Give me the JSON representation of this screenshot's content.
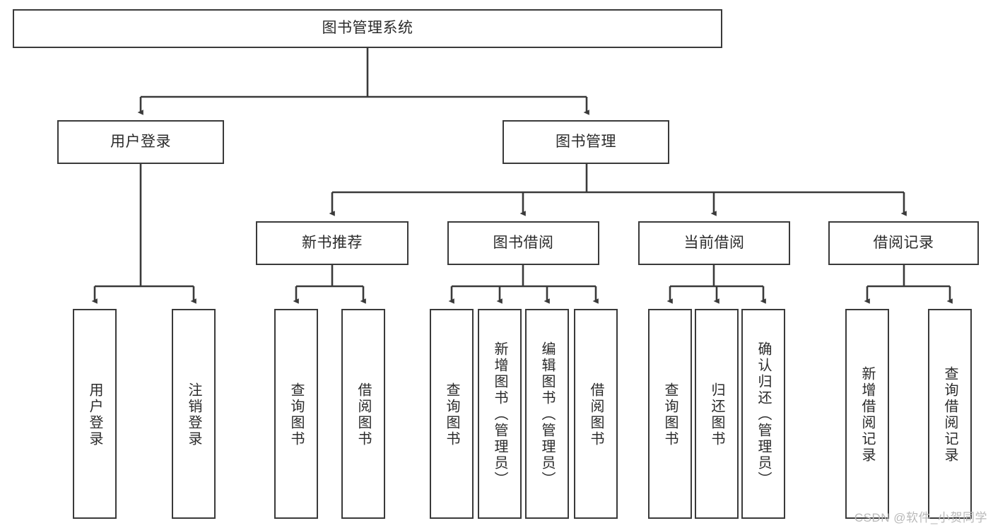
{
  "diagram": {
    "title": "图书管理系统",
    "watermark": "CSDN @软件_小贺同学",
    "stroke_color": "#3a3a3a",
    "text_color": "#2b2b2b",
    "background_color": "#ffffff",
    "nodes": {
      "root": {
        "label": "图书管理系统"
      },
      "level2": [
        {
          "label": "用户登录"
        },
        {
          "label": "图书管理"
        }
      ],
      "level3": [
        {
          "label": "新书推荐"
        },
        {
          "label": "图书借阅"
        },
        {
          "label": "当前借阅"
        },
        {
          "label": "借阅记录"
        }
      ],
      "leaves": {
        "user_login": [
          {
            "label": "用户登录"
          },
          {
            "label": "注销登录"
          }
        ],
        "new_book_recommend": [
          {
            "label": "查询图书"
          },
          {
            "label": "借阅图书"
          }
        ],
        "book_borrow": [
          {
            "label": "查询图书"
          },
          {
            "label": "新增图书（管理员）"
          },
          {
            "label": "编辑图书（管理员）"
          },
          {
            "label": "借阅图书"
          }
        ],
        "current_borrow": [
          {
            "label": "查询图书"
          },
          {
            "label": "归还图书"
          },
          {
            "label": "确认归还（管理员）"
          }
        ],
        "borrow_record": [
          {
            "label": "新增借阅记录"
          },
          {
            "label": "查询借阅记录"
          }
        ]
      }
    }
  }
}
